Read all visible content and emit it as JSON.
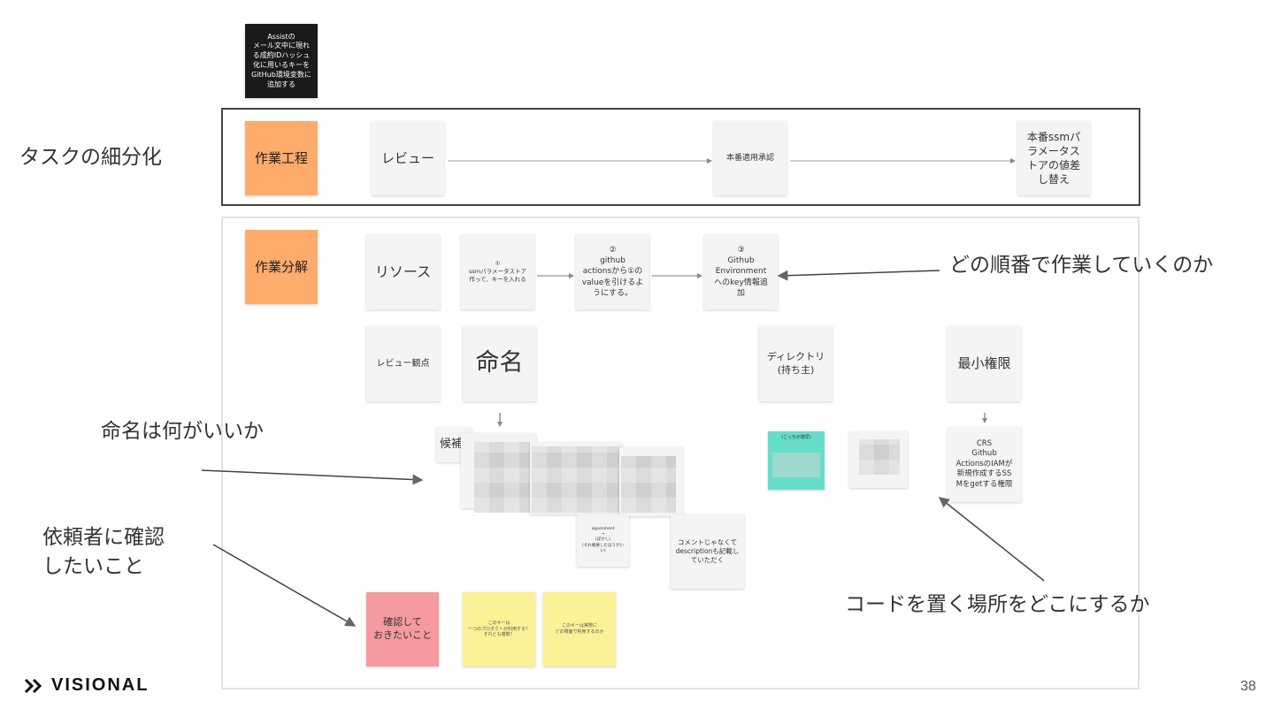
{
  "labels": {
    "task_breakdown": "タスクの細分化",
    "order": "どの順番で作業していくのか",
    "naming": "命名は何がいいか",
    "confirm": "依頼者に確認\nしたいこと",
    "code_place": "コードを置く場所をどこにするか"
  },
  "notes": {
    "black": "Assistの\nメール文中に現れ\nる成約IDハッシュ\n化に用いるキーを\nGitHub環境変数に\n追加する",
    "process": "作業工程",
    "review": "レビュー",
    "approve": "本番適用承認",
    "replace": "本番ssmパ\nラメータス\nトアの値差\nし替え",
    "decompose": "作業分解",
    "resource": "リソース",
    "step1": "①\nssmパラメータストア\n作って、キーを入れる",
    "step2": "②\ngithub\nactionsから①の\nvalueを引けるよ\nうにする。",
    "step3": "③\nGithub\nEnvironment\nへのkey情報追\n加",
    "review_point": "レビュー観点",
    "naming": "命名",
    "directory": "ディレクトリ\n(持ち主)",
    "min_perm": "最小権限",
    "candidate": "候補",
    "small_note": "appenment\n→\n(ぼかし)\n(それ概要したほうがいい)",
    "comment": "コメントじゃなくて\ndescriptionも記載し\nていただく",
    "teal_label": "(こっちが適早)",
    "crs": "CRS\nGithub\nActionsのIAMが\n新規作成するSS\nMをgetする権限",
    "confirm_note": "確認して\nおきたいこと",
    "yellow1": "このキーは\n一つのプロダクトが利用する？\nそれとも複数？",
    "yellow2": "このキーは実際に\nどの場面で利用するのか"
  },
  "footer": {
    "logo": "VISIONAL",
    "page": "38"
  },
  "colors": {
    "orange": "#ffab6b",
    "pink": "#f59a9f",
    "yellow": "#fbf196",
    "teal": "#66ddc9",
    "dark": "#1a1a1a"
  }
}
